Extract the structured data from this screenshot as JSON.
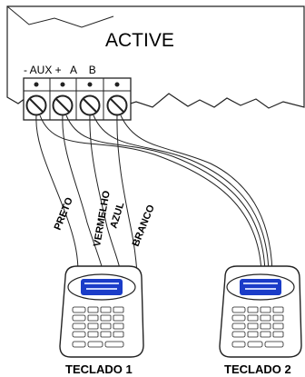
{
  "panel": {
    "title": "ACTIVE",
    "terminal_header": "- AUX +   A    B",
    "terminal_count": 4
  },
  "wires": [
    {
      "label": "PRETO"
    },
    {
      "label": "VERMELHO"
    },
    {
      "label": "AZUL"
    },
    {
      "label": "BRANCO"
    }
  ],
  "keypads": [
    {
      "label": "TECLADO 1"
    },
    {
      "label": "TECLADO 2"
    }
  ],
  "colors": {
    "outline": "#222222",
    "screen": "#1a3cc8",
    "background": "#ffffff"
  }
}
